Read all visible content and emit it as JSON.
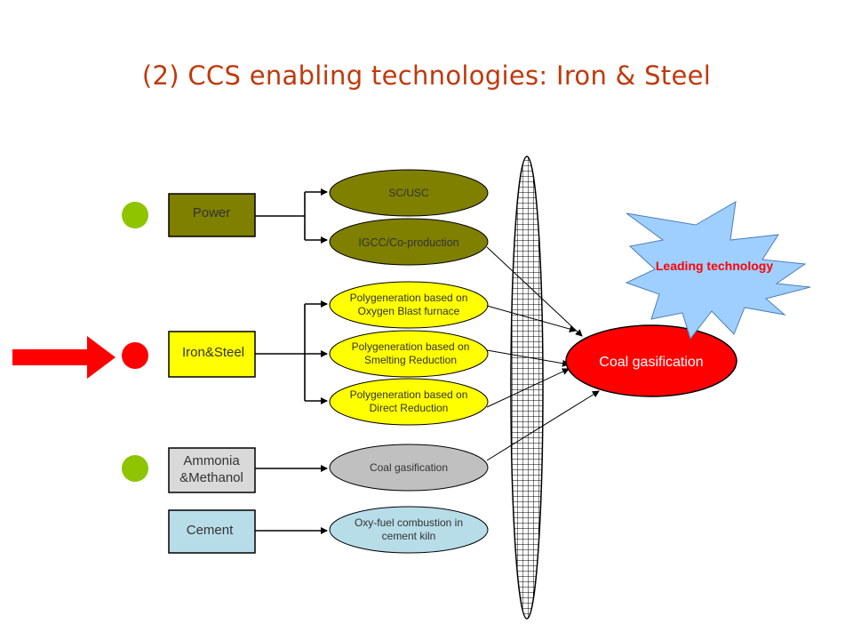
{
  "title": "(2)  CCS enabling technologies: Iron & Steel",
  "sectors": {
    "power": "Power",
    "iron_steel": "Iron&Steel",
    "ammonia_line1": "Ammonia",
    "ammonia_line2": "&Methanol",
    "cement": "Cement"
  },
  "technologies": {
    "sc_usc": "SC/USC",
    "igcc": "IGCC/Co-production",
    "poly_oxygen_1": "Polygeneration based on",
    "poly_oxygen_2": "Oxygen Blast furnace",
    "poly_smelting_1": "Polygeneration based on",
    "poly_smelting_2": "Smelting Reduction",
    "poly_direct_1": "Polygeneration based on",
    "poly_direct_2": "Direct Reduction",
    "coal_gas_small": "Coal gasification",
    "oxy_fuel_1": "Oxy-fuel combustion in",
    "oxy_fuel_2": "cement kiln"
  },
  "target": "Coal gasification",
  "callout": "Leading technology",
  "colors": {
    "title": "#c0390b",
    "olive": "#7f7f00",
    "yellow": "#ffff00",
    "gray": "#c0c0c0",
    "light_blue": "#b7dde8",
    "red": "#ff0000",
    "green_dot": "#8ec400",
    "burst": "#9fcfff"
  }
}
